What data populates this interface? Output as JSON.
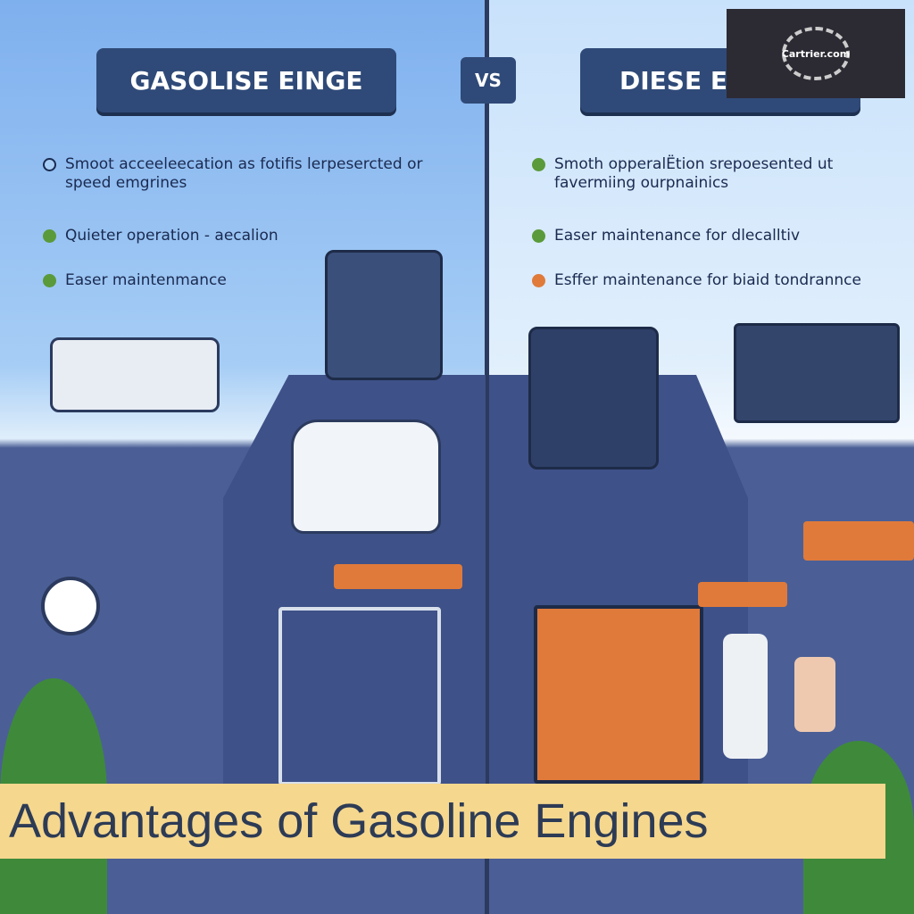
{
  "left": {
    "title": "GASOLISE EINGE",
    "bullets": [
      {
        "text": "Smoot acceeleecation as fotifis lerpesercted or speed emgrines",
        "color": "#7fb0ee"
      },
      {
        "text": "Quieter operation - aecalion",
        "color": "#5a9a3a"
      },
      {
        "text": "Easer maintenmance",
        "color": "#5a9a3a"
      }
    ]
  },
  "vs": "VS",
  "right": {
    "title": "DIESE E",
    "bullets": [
      {
        "text": "Smoth opperalЁtion srepoesented ut favermiing ourpnainics",
        "color": "#5a9a3a"
      },
      {
        "text": "Easer maintenance for dlecalltiv",
        "color": "#5a9a3a"
      },
      {
        "text": "Esffer maintenance for biaid tondrannce",
        "color": "#e07a3a"
      }
    ]
  },
  "watermark": "Cartrier.com",
  "caption": "Advantages of Gasoline Engines",
  "colors": {
    "accent_orange": "#e07a3a",
    "navy": "#2f4a78",
    "caption_bg": "#f5d78e"
  }
}
